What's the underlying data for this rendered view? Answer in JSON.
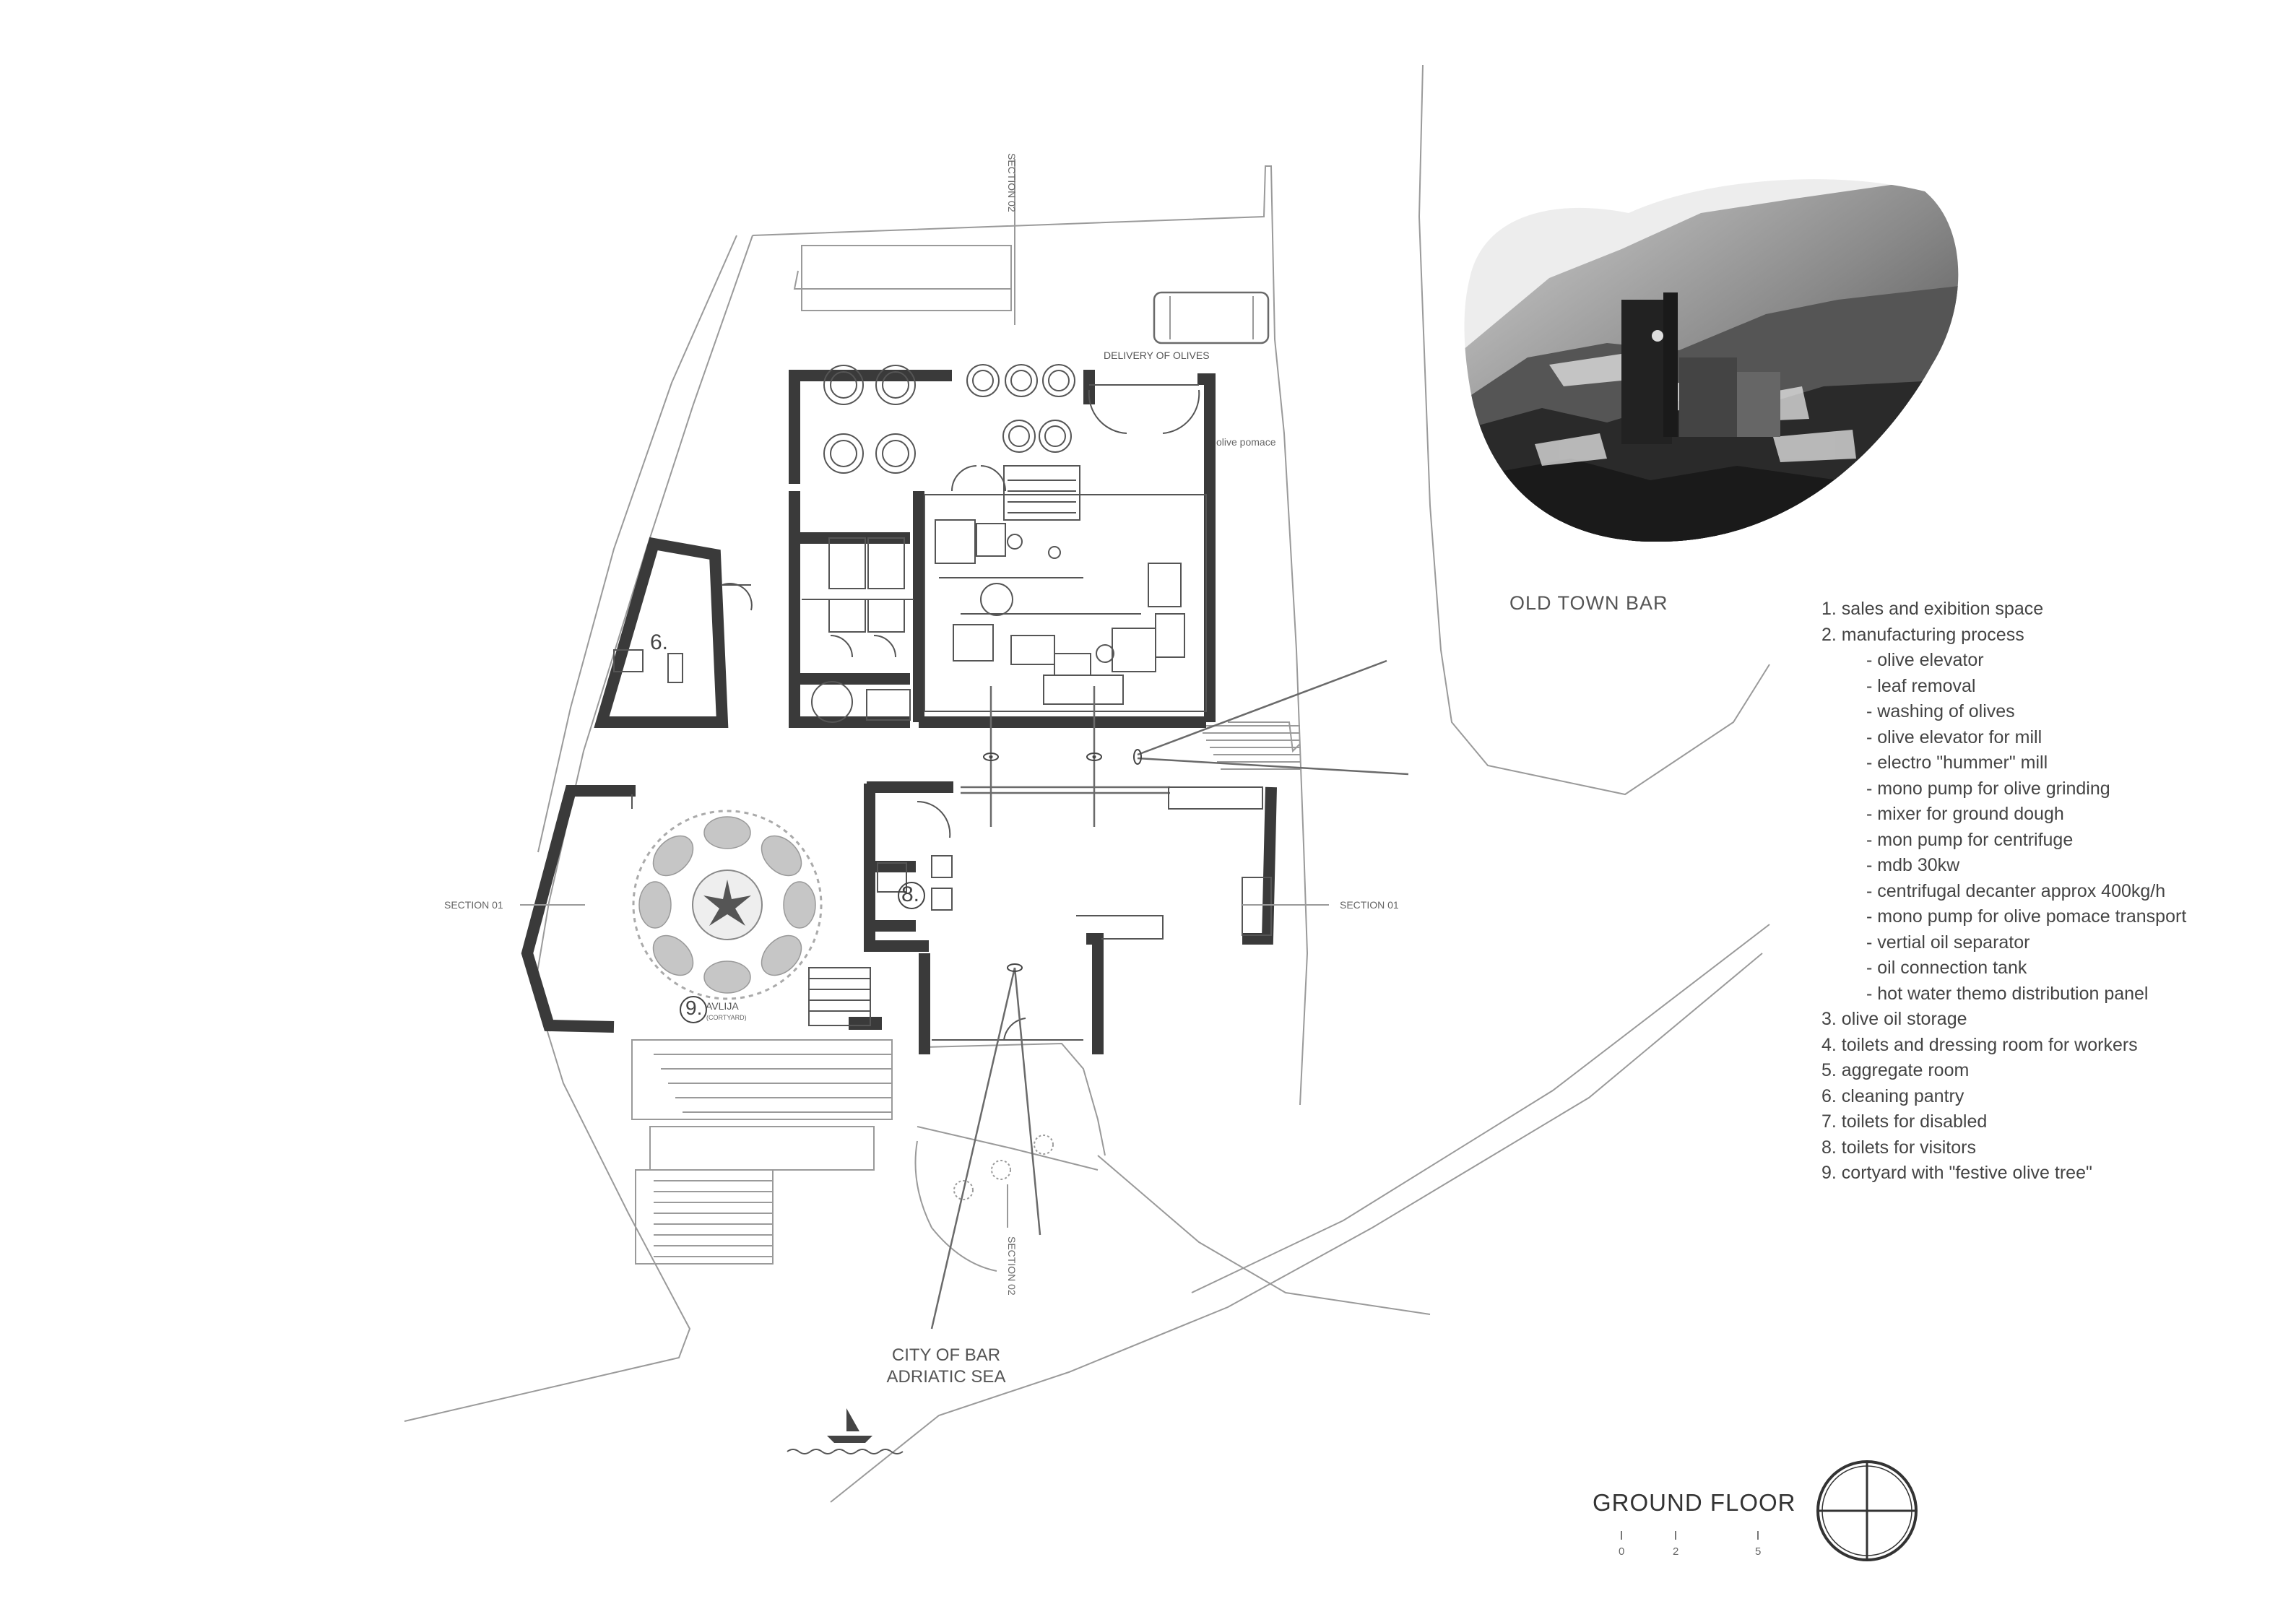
{
  "legend": {
    "items": [
      {
        "text": "1. sales and exibition space",
        "sub": false
      },
      {
        "text": "2. manufacturing process",
        "sub": false
      },
      {
        "text": "- olive elevator",
        "sub": true
      },
      {
        "text": "- leaf removal",
        "sub": true
      },
      {
        "text": "- washing of olives",
        "sub": true
      },
      {
        "text": "- olive elevator for mill",
        "sub": true
      },
      {
        "text": "- electro \"hummer\" mill",
        "sub": true
      },
      {
        "text": "- mono pump for olive grinding",
        "sub": true
      },
      {
        "text": "- mixer for ground dough",
        "sub": true
      },
      {
        "text": "- mon pump for centrifuge",
        "sub": true
      },
      {
        "text": "- mdb 30kw",
        "sub": true
      },
      {
        "text": "- centrifugal decanter approx 400kg/h",
        "sub": true
      },
      {
        "text": "- mono pump for olive pomace transport",
        "sub": true
      },
      {
        "text": "- vertial oil separator",
        "sub": true
      },
      {
        "text": "- oil connection tank",
        "sub": true
      },
      {
        "text": "- hot water themo distribution panel",
        "sub": true
      },
      {
        "text": "3. olive oil storage",
        "sub": false
      },
      {
        "text": "4. toilets and dressing room for workers",
        "sub": false
      },
      {
        "text": "5. aggregate room",
        "sub": false
      },
      {
        "text": "6. cleaning pantry",
        "sub": false
      },
      {
        "text": "7. toilets for disabled",
        "sub": false
      },
      {
        "text": "8. toilets for visitors",
        "sub": false
      },
      {
        "text": "9. cortyard with \"festive olive tree\"",
        "sub": false
      }
    ]
  },
  "labels": {
    "old_town": "OLD TOWN BAR",
    "city_line1": "CITY OF BAR",
    "city_line2": "ADRIATIC SEA",
    "delivery": "DELIVERY OF OLIVES",
    "pomace": "olive pomace",
    "section_01": "SECTION 01",
    "section_02": "SECTION 02",
    "room_6": "6.",
    "room_8": "8.",
    "room_9": "9.",
    "avlija": "AVLIJA",
    "courtyard": "(CORTYARD)",
    "ground_floor": "GROUND FLOOR"
  },
  "scale": {
    "ticks": [
      "0",
      "2",
      "5"
    ]
  },
  "colors": {
    "wall": "#3a3a3a",
    "line": "#9a9a9a",
    "background": "#ffffff"
  }
}
